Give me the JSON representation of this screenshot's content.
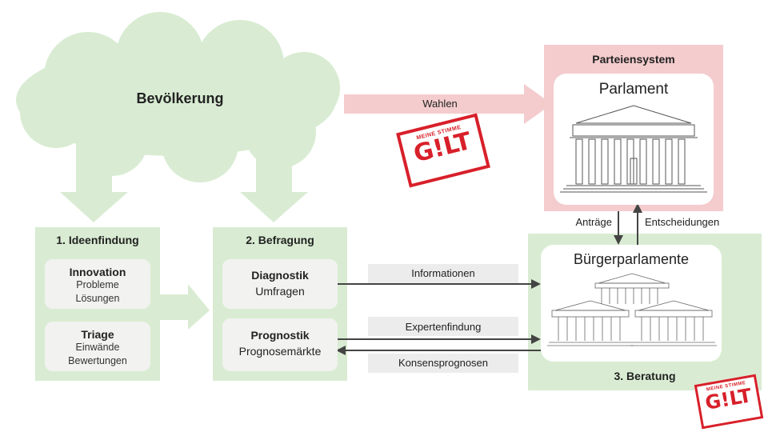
{
  "cloud": {
    "label": "Bevölkerung"
  },
  "elections_arrow": {
    "label": "Wahlen"
  },
  "stamp": {
    "line1": "MEINE STIMME",
    "line2": "G!LT"
  },
  "party_system": {
    "title": "Parteiensystem",
    "parliament_label": "Parlament"
  },
  "ideation": {
    "title": "1. Ideenfindung",
    "cards": [
      {
        "title": "Innovation",
        "line1": "Probleme",
        "line2": "Lösungen"
      },
      {
        "title": "Triage",
        "line1": "Einwände",
        "line2": "Bewertungen"
      }
    ]
  },
  "survey": {
    "title": "2. Befragung",
    "cards": [
      {
        "title": "Diagnostik",
        "sub": "Umfragen"
      },
      {
        "title": "Prognostik",
        "sub": "Prognosemärkte"
      }
    ]
  },
  "consultation": {
    "title": "3. Beratung",
    "assemblies_label": "Bürgerparlamente"
  },
  "flows": {
    "motions": "Anträge",
    "decisions": "Entscheidungen",
    "information": "Informationen",
    "expert_finding": "Expertenfindung",
    "consensus_forecasts": "Konsensprognosen"
  },
  "colors": {
    "green": "#d9ecd3",
    "pink": "#f4cccd",
    "gray_band": "#ececec",
    "stamp_red": "#d8202a"
  }
}
